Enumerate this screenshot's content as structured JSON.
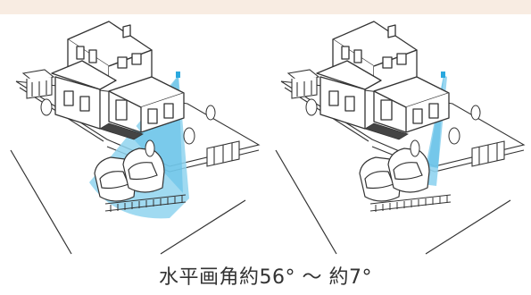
{
  "caption": {
    "text": "水平画角約56° ～ 約7°"
  },
  "colors": {
    "top_band": "#f8ece2",
    "line": "#333333",
    "fov_fill": "#8fd3ef",
    "fov_fill_dark": "#5bbde6",
    "camera": "#2aa8de"
  },
  "scenes": [
    {
      "id": "wide",
      "fov": "wide"
    },
    {
      "id": "tele",
      "fov": "narrow"
    }
  ]
}
